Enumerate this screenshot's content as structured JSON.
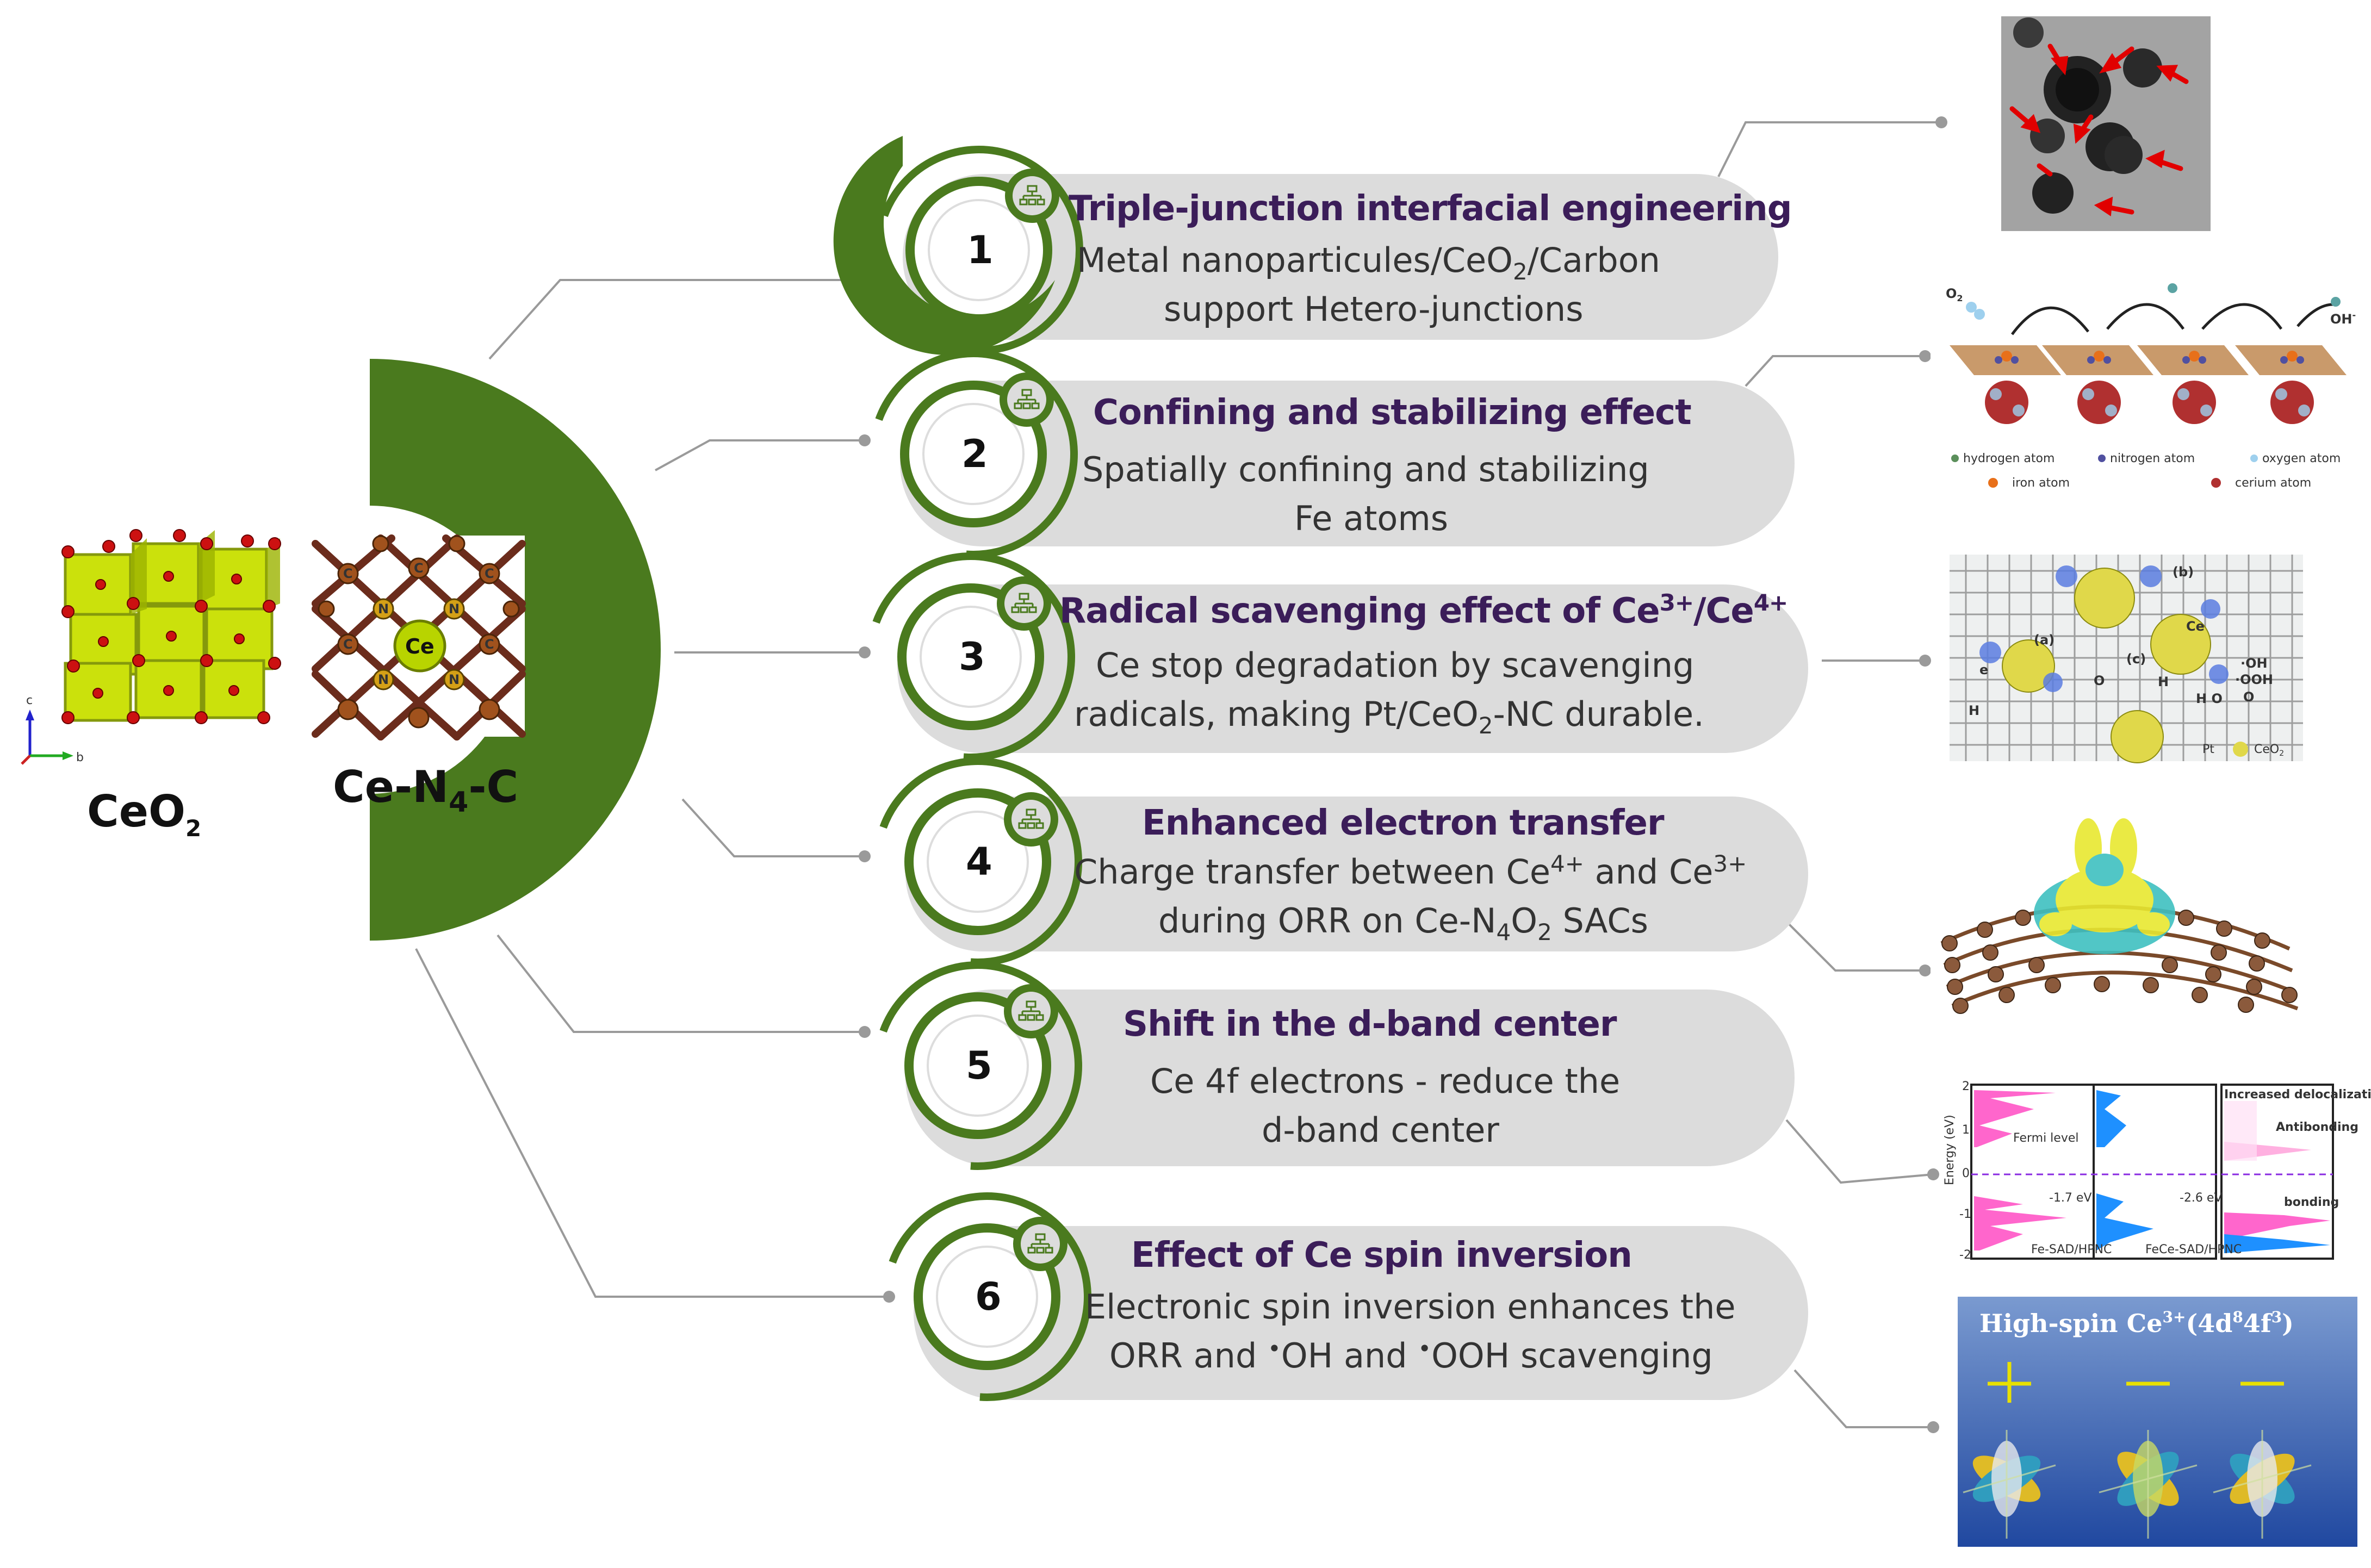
{
  "left": {
    "ceo2_label": {
      "main": "CeO",
      "sub": "2"
    },
    "cen4c_label": {
      "pre": "Ce-N",
      "sub": "4",
      "post": "-C"
    },
    "atom_ce": "Ce",
    "atom_n": "N",
    "atom_c": "C",
    "axis_c": "c",
    "axis_b": "b"
  },
  "items": [
    {
      "number": "1",
      "title": "Triple-junction interfacial engineering",
      "line1_a": "Metal nanoparticules/CeO",
      "line1_sub": "2",
      "line1_b": "/Carbon",
      "line2": "support Hetero-junctions"
    },
    {
      "number": "2",
      "title": "Confining and stabilizing effect",
      "line1": "Spatially confining and stabilizing",
      "line2": "Fe atoms"
    },
    {
      "number": "3",
      "title_a": "Radical scavenging effect of Ce",
      "title_sup1": "3+",
      "title_mid": "/Ce",
      "title_sup2": "4+",
      "line1": "Ce stop degradation by scavenging",
      "line2_a": "radicals, making Pt/CeO",
      "line2_sub": "2",
      "line2_b": "-NC durable."
    },
    {
      "number": "4",
      "title": "Enhanced electron transfer",
      "line1_a": "Charge transfer between Ce",
      "line1_sup1": "4+",
      "line1_mid": " and Ce",
      "line1_sup2": "3+",
      "line2_a": "during ORR on Ce-N",
      "line2_sub1": "4",
      "line2_mid": "O",
      "line2_sub2": "2",
      "line2_b": " SACs"
    },
    {
      "number": "5",
      "title": "Shift in the d-band center",
      "line1": "Ce 4f electrons - reduce the",
      "line2": "d-band center"
    },
    {
      "number": "6",
      "title": "Effect of Ce spin inversion",
      "line1": "Electronic spin inversion enhances the",
      "line2_a": "ORR and ",
      "line2_dot1": "•",
      "line2_mid": "OH and ",
      "line2_dot2": "•",
      "line2_b": "OOH scavenging"
    }
  ],
  "images": {
    "img2": {
      "o2": "O",
      "o2_sub": "2",
      "oh": "OH",
      "oh_sup": "-",
      "legend": [
        "hydrogen atom",
        "nitrogen atom",
        "oxygen atom",
        "iron atom",
        "cerium atom"
      ]
    },
    "img3": {
      "b": "(b)",
      "a": "(a)",
      "c": "(c)",
      "e": "e",
      "o2": "O",
      "h": "H",
      "h2o": "H O",
      "oh": "·OH",
      "ooh": "·OOH",
      "o2b": "O",
      "ce": "Ce",
      "pt": "Pt",
      "ceo2": "CeO",
      "ceo2_sub": "2"
    },
    "img5": {
      "ylabel": "Energy (eV)",
      "fermi": "Fermi level",
      "v1": "-1.7 eV",
      "v2": "-2.6 eV",
      "l1": "Fe-SAD/HPNC",
      "l2": "FeCe-SAD/HPNC",
      "deloc": "Increased delocalization",
      "anti": "Antibonding",
      "bond": "bonding",
      "ticks": [
        "2",
        "1",
        "0",
        "-1",
        "-2"
      ]
    },
    "img6": {
      "title_a": "High-spin Ce",
      "title_sup": "3+",
      "title_b": "(4d",
      "title_sup2": "8",
      "title_c": "4f",
      "title_sup3": "3",
      "title_d": ")"
    }
  },
  "colors": {
    "green": "#4a7a1e",
    "pill": "#dcdcdc",
    "title": "#3b1d59",
    "line": "#9a9a9a"
  }
}
